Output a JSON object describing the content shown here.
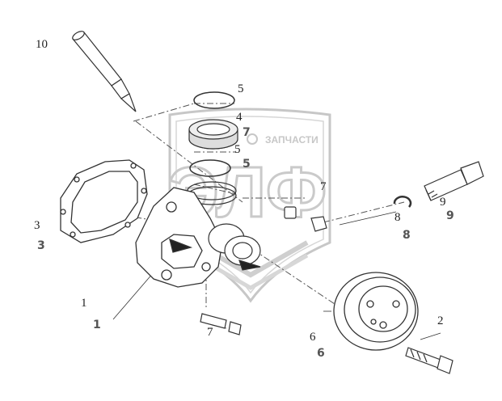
{
  "diagram": {
    "callouts": [
      {
        "id": "c10",
        "label": "10"
      },
      {
        "id": "c5a",
        "label": "5"
      },
      {
        "id": "c4",
        "label": "4"
      },
      {
        "id": "c5b",
        "label": "5"
      },
      {
        "id": "c7a",
        "label": "7"
      },
      {
        "id": "c3",
        "label": "3"
      },
      {
        "id": "c8",
        "label": "8"
      },
      {
        "id": "c9",
        "label": "9"
      },
      {
        "id": "c1",
        "label": "1"
      },
      {
        "id": "c7b",
        "label": "7"
      },
      {
        "id": "c6",
        "label": "6"
      },
      {
        "id": "c2",
        "label": "2"
      }
    ],
    "ghost_labels": [
      {
        "id": "g7",
        "label": "7"
      },
      {
        "id": "g5",
        "label": "5"
      },
      {
        "id": "g3",
        "label": "3"
      },
      {
        "id": "g8",
        "label": "8"
      },
      {
        "id": "g9",
        "label": "9"
      },
      {
        "id": "g6",
        "label": "6"
      },
      {
        "id": "g1",
        "label": "1"
      }
    ],
    "watermark": {
      "brand": "ЗАПЧАСТИ",
      "logo": "ЭЛФ",
      "color": "#9a9a9a"
    }
  }
}
